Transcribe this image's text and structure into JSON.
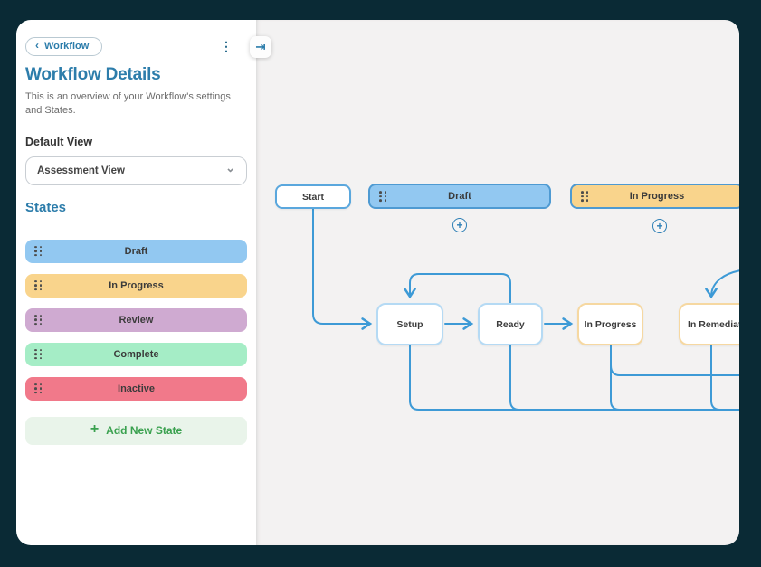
{
  "colors": {
    "frame_background": "#0a2a35",
    "sidebar_background": "#ffffff",
    "canvas_background": "#f3f2f2",
    "heading": "#2d7dab",
    "connector": "#3d9ad6",
    "add_state_green": "#3aa14f"
  },
  "icons": {
    "back_chevron": "‹",
    "kebab": "⋮",
    "collapse": "⇥",
    "dropdown_chevron": "⌄",
    "plus": "+"
  },
  "sidebar": {
    "back_label": "Workflow",
    "title": "Workflow Details",
    "description": "This is an overview of your Workflow's settings and States.",
    "default_view_label": "Default View",
    "default_view_value": "Assessment View",
    "states_heading": "States",
    "states": [
      {
        "label": "Draft",
        "color": "#92c8f1"
      },
      {
        "label": "In Progress",
        "color": "#f9d48c"
      },
      {
        "label": "Review",
        "color": "#cfaad1"
      },
      {
        "label": "Complete",
        "color": "#a5edc6"
      },
      {
        "label": "Inactive",
        "color": "#f1798a"
      }
    ],
    "add_state_label": "Add New State"
  },
  "canvas": {
    "start_label": "Start",
    "lanes": [
      {
        "label": "Draft",
        "color": "#92c8f1"
      },
      {
        "label": "In Progress",
        "color": "#f9d48c"
      }
    ],
    "nodes": [
      {
        "label": "Setup"
      },
      {
        "label": "Ready"
      },
      {
        "label": "In Progress"
      },
      {
        "label": "In Remediation"
      }
    ]
  }
}
